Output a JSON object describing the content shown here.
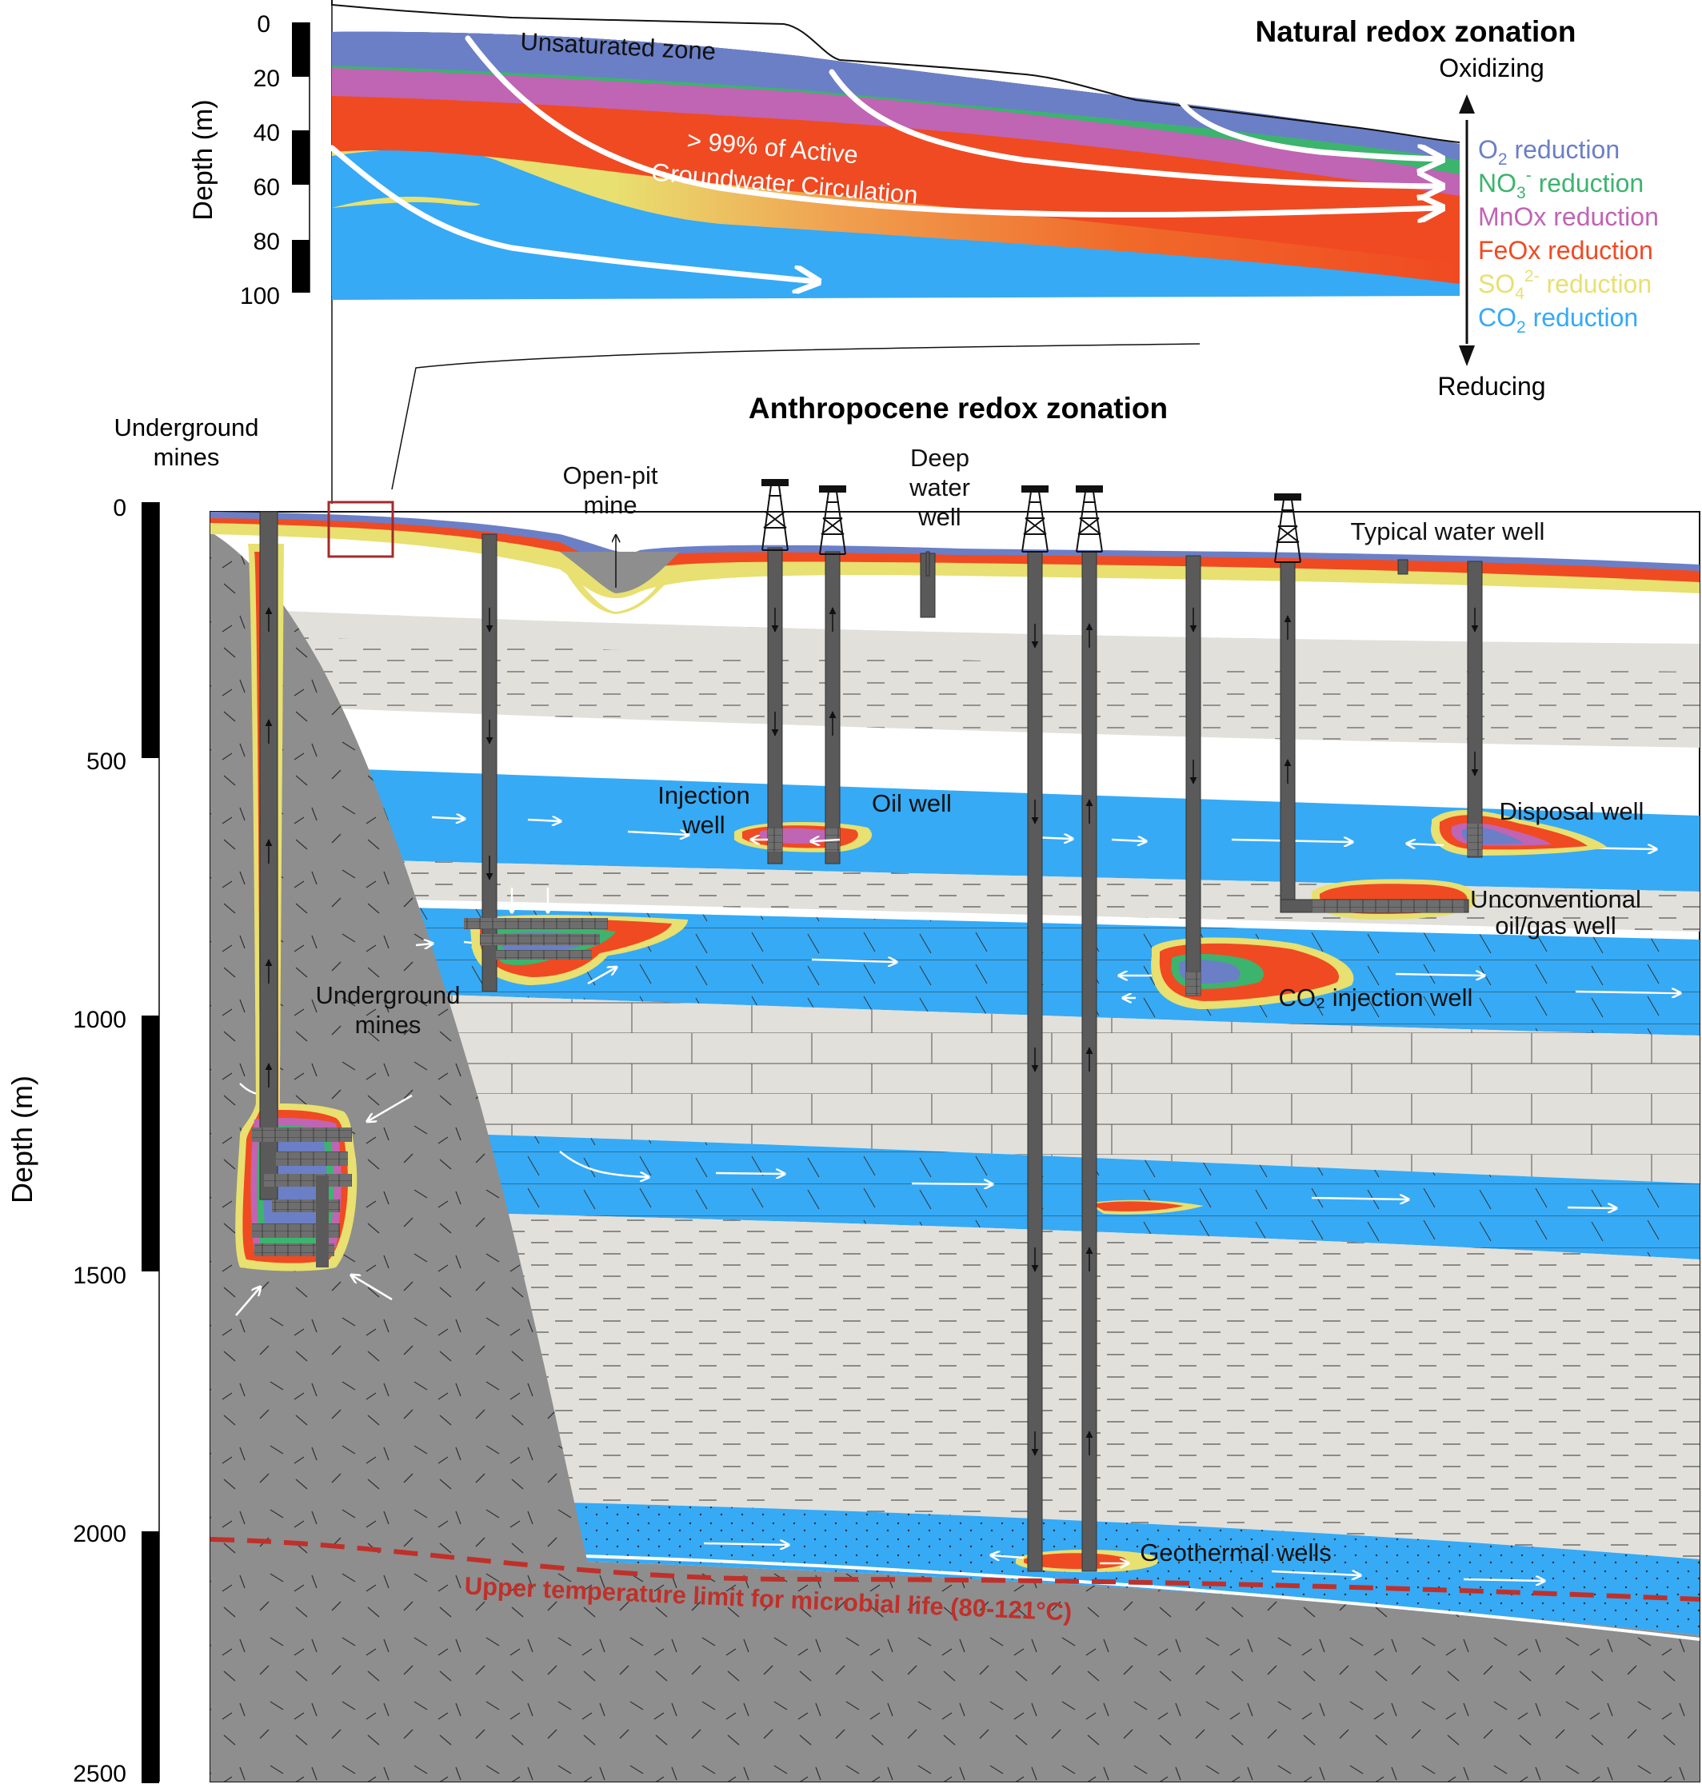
{
  "titles": {
    "natural": "Natural redox zonation",
    "anthropocene": "Anthropocene redox zonation"
  },
  "top_axis": {
    "label": "Depth (m)",
    "ticks": [
      "0",
      "20",
      "40",
      "60",
      "80",
      "100"
    ]
  },
  "main_axis": {
    "label": "Depth (m)",
    "ticks": [
      "0",
      "500",
      "1000",
      "1500",
      "2000",
      "2500"
    ],
    "header": [
      "Underground",
      "mines"
    ]
  },
  "natural": {
    "unsaturated_zone": "Unsaturated zone",
    "circulation": [
      "> 99% of Active",
      "Groundwater Circulation"
    ],
    "oxidizing": "Oxidizing",
    "reducing": "Reducing"
  },
  "legend": [
    {
      "pre": "O",
      "sub": "2",
      "sup": "",
      "post": " reduction",
      "color": "#6b7fc6"
    },
    {
      "pre": "NO",
      "sub": "3",
      "sup": "-",
      "post": " reduction",
      "color": "#3cb46e"
    },
    {
      "pre": "MnOx reduction",
      "sub": "",
      "sup": "",
      "post": "",
      "color": "#c064b4"
    },
    {
      "pre": "FeOx reduction",
      "sub": "",
      "sup": "",
      "post": "",
      "color": "#f04a22"
    },
    {
      "pre": "SO",
      "sub": "4",
      "sup": "2-",
      "post": " reduction",
      "color": "#e8e070"
    },
    {
      "pre": "CO",
      "sub": "2",
      "sup": "",
      "post": " reduction",
      "color": "#36aaf5"
    }
  ],
  "labels": {
    "open_pit": [
      "Open-pit",
      "mine"
    ],
    "deep_water_well": [
      "Deep",
      "water",
      "well"
    ],
    "typical_water_well": "Typical water well",
    "injection_well": [
      "Injection",
      "well"
    ],
    "oil_well": "Oil well",
    "disposal_well": "Disposal well",
    "unconventional": [
      "Unconventional",
      "oil/gas well"
    ],
    "underground_mines": [
      "Underground",
      "mines"
    ],
    "co2_injection": "CO₂ injection well",
    "geothermal": "Geothermal wells",
    "temperature_limit": "Upper temperature limit for microbial life (80-121°C)"
  },
  "colors": {
    "o2": "#6b7fc6",
    "no3": "#3cb46e",
    "mnox": "#c064b4",
    "feox": "#f04a22",
    "so4": "#e8e070",
    "co2": "#36aaf5",
    "aquifer": "#36aaf5",
    "shale": "#e2e0db",
    "basement": "#8e8e8e",
    "well": "#5a5a5a",
    "temp_line": "#c0302a"
  }
}
